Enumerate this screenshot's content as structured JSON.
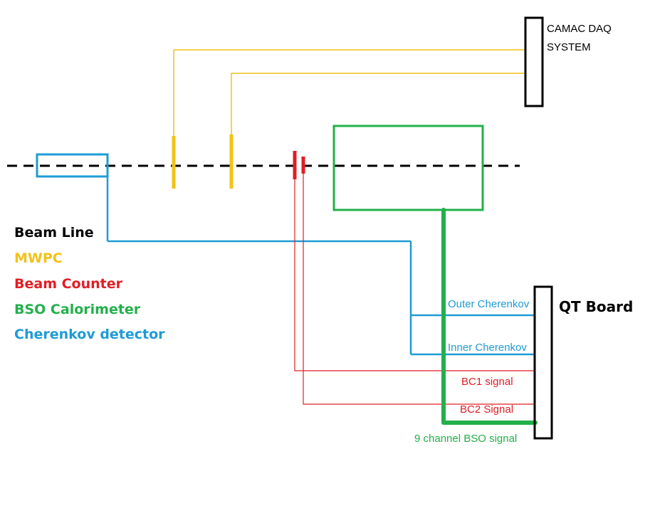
{
  "colors": {
    "beam_line": "#000000",
    "mwpc": "#f2c218",
    "beam_counter": "#e01e25",
    "bso": "#22b04b",
    "cherenkov": "#1e9bd6",
    "box_outline": "#000000"
  },
  "camac": {
    "line1": "CAMAC DAQ",
    "line2": "SYSTEM"
  },
  "qt_board": {
    "label": "QT Board"
  },
  "signals": {
    "outer_cherenkov": "Outer Cherenkov",
    "inner_cherenkov": "Inner Cherenkov",
    "bc1": "BC1 signal",
    "bc2": "BC2 Signal",
    "bso": "9 channel BSO signal"
  },
  "legend": [
    {
      "label": "Beam Line",
      "color": "#000000"
    },
    {
      "label": "MWPC",
      "color": "#f2c218"
    },
    {
      "label": "Beam Counter",
      "color": "#e01e25"
    },
    {
      "label": "BSO Calorimeter",
      "color": "#22b04b"
    },
    {
      "label": "Cherenkov detector",
      "color": "#1e9bd6"
    }
  ]
}
